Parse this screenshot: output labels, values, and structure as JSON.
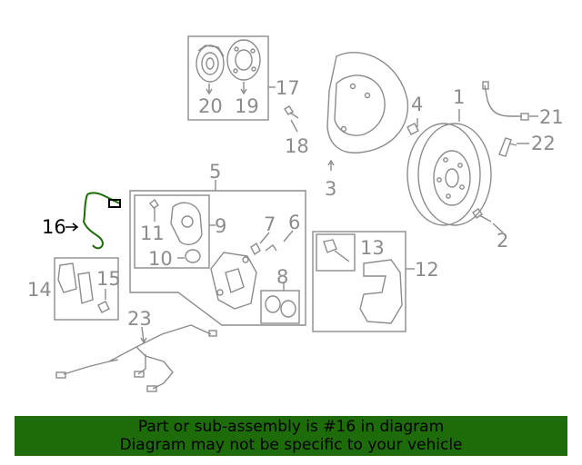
{
  "callouts": {
    "c1": "1",
    "c2": "2",
    "c3": "3",
    "c4": "4",
    "c5": "5",
    "c6": "6",
    "c7": "7",
    "c8": "8",
    "c9": "9",
    "c10": "10",
    "c11": "11",
    "c12": "12",
    "c13": "13",
    "c14": "14",
    "c15": "15",
    "c16": "16",
    "c17": "17",
    "c18": "18",
    "c19": "19",
    "c20": "20",
    "c21": "21",
    "c22": "22",
    "c23": "23"
  },
  "highlight": {
    "part": "16",
    "color": "#1e6b0a"
  },
  "colors": {
    "line": "#8c8c8c",
    "highlight_text": "#000000",
    "banner_bg": "#1e6b0a"
  },
  "banner": {
    "line1": "Part or sub-assembly is #16 in diagram",
    "line2": "Diagram may not be specific to your vehicle"
  }
}
